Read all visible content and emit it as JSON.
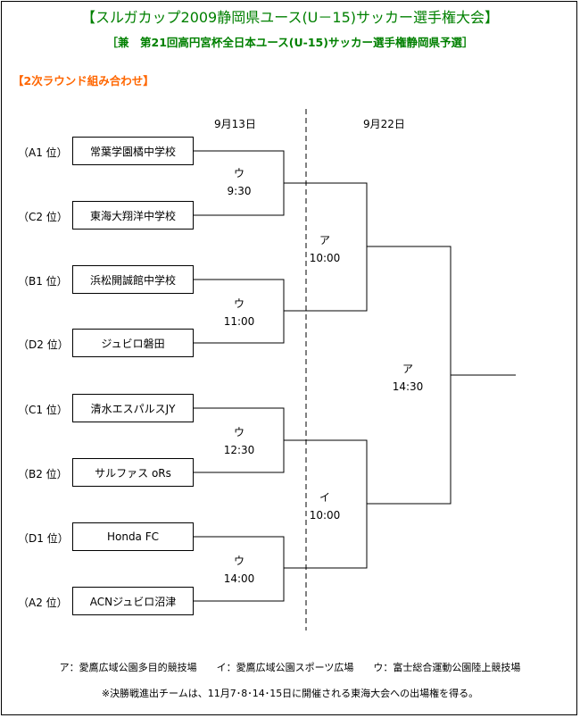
{
  "title": "【スルガカップ2009静岡県ユース(U－15)サッカー選手権大会】",
  "subtitle": "［兼　第21回高円宮杯全日本ユース(U-15)サッカー選手権静岡県予選］",
  "round_label": "【2次ラウンド組み合わせ】",
  "dates": {
    "first": "9月13日",
    "second": "9月22日"
  },
  "teams": [
    {
      "seed": "（A1 位）",
      "name": "常葉学園橘中学校"
    },
    {
      "seed": "（C2 位）",
      "name": "東海大翔洋中学校"
    },
    {
      "seed": "（B1 位）",
      "name": "浜松開誠館中学校"
    },
    {
      "seed": "（D2 位）",
      "name": "ジュビロ磐田"
    },
    {
      "seed": "（C1 位）",
      "name": "清水エスパルスJY"
    },
    {
      "seed": "（B2 位）",
      "name": "サルファス oRs"
    },
    {
      "seed": "（D1 位）",
      "name": "Honda  FC"
    },
    {
      "seed": "（A2 位）",
      "name": "ACNジュビロ沼津"
    }
  ],
  "round1": [
    {
      "venue": "ウ",
      "time": "9:30"
    },
    {
      "venue": "ウ",
      "time": "11:00"
    },
    {
      "venue": "ウ",
      "time": "12:30"
    },
    {
      "venue": "ウ",
      "time": "14:00"
    }
  ],
  "round2": [
    {
      "venue": "ア",
      "time": "10:00"
    },
    {
      "venue": "イ",
      "time": "10:00"
    }
  ],
  "final": {
    "venue": "ア",
    "time": "14:30"
  },
  "venues_legend": "ア：愛鷹広域公園多目的競技場　　イ：愛鷹広域公園スポーツ広場　　ウ：富士総合運動公園陸上競技場",
  "note": "※決勝戦進出チームは、11月7･8･14･15日に開催される東海大会への出場権を得る。"
}
